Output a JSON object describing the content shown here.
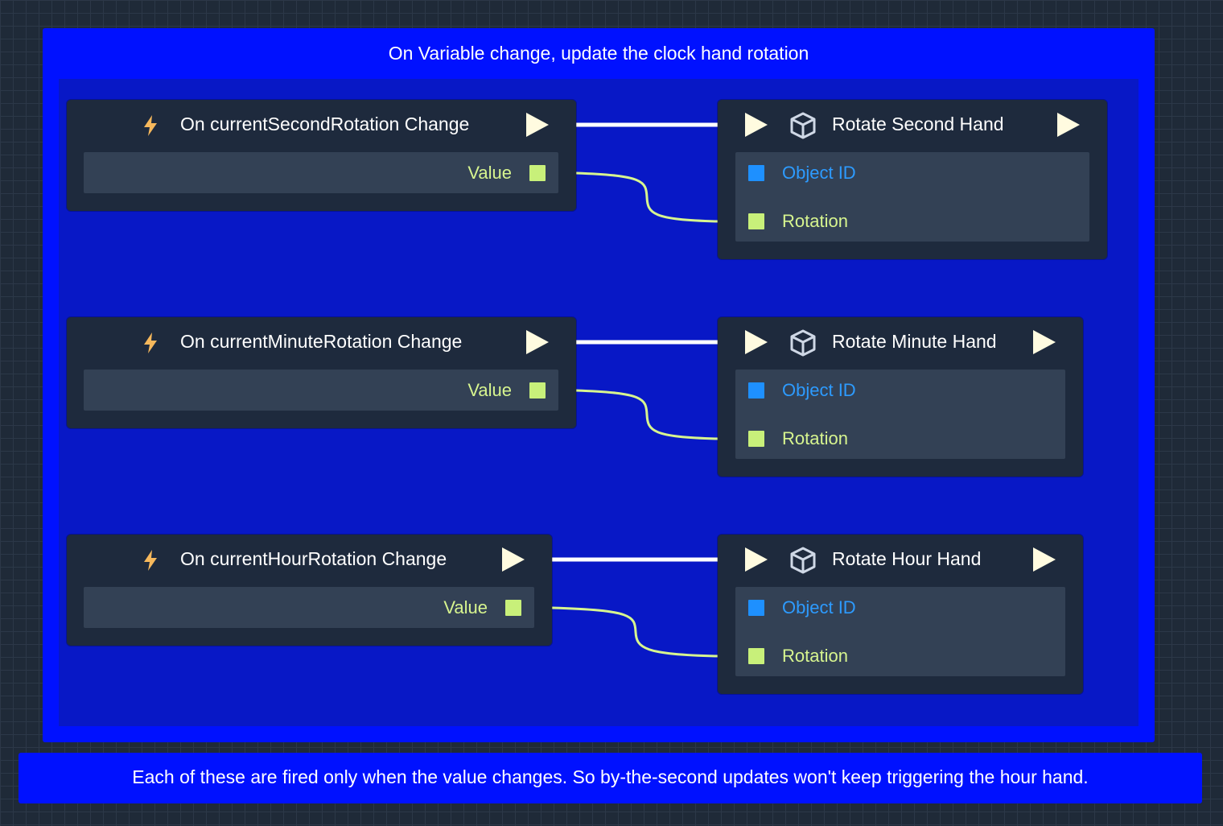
{
  "comment": {
    "title": "On Variable change, update the clock hand rotation"
  },
  "note": {
    "text": "Each of these are fired only when the value changes. So by-the-second updates won't keep triggering the hour hand."
  },
  "events": [
    {
      "title": "On currentSecondRotation Change",
      "output_label": "Value",
      "icon": "lightning-bolt-icon"
    },
    {
      "title": "On currentMinuteRotation Change",
      "output_label": "Value",
      "icon": "lightning-bolt-icon"
    },
    {
      "title": "On currentHourRotation Change",
      "output_label": "Value",
      "icon": "lightning-bolt-icon"
    }
  ],
  "actions": [
    {
      "title": "Rotate Second Hand",
      "icon": "cube-icon",
      "inputs": [
        {
          "label": "Object ID"
        },
        {
          "label": "Rotation"
        }
      ]
    },
    {
      "title": "Rotate Minute Hand",
      "icon": "cube-icon",
      "inputs": [
        {
          "label": "Object ID"
        },
        {
          "label": "Rotation"
        }
      ]
    },
    {
      "title": "Rotate Hour Hand",
      "icon": "cube-icon",
      "inputs": [
        {
          "label": "Object ID"
        },
        {
          "label": "Rotation"
        }
      ]
    }
  ],
  "colors": {
    "comment_background": "#0011ff",
    "node_background": "#1e2a3d",
    "pin_area_background": "#334155",
    "exec_wire": "#ffffff",
    "data_wire": "#d7f58f",
    "value_pin": "#c8f07a",
    "object_id_pin": "#1e90ff",
    "object_id_label": "#2d9bff",
    "value_label": "#d7f58f",
    "exec_arrow": "#fffbe0",
    "bolt_icon": "#f6b85c"
  }
}
